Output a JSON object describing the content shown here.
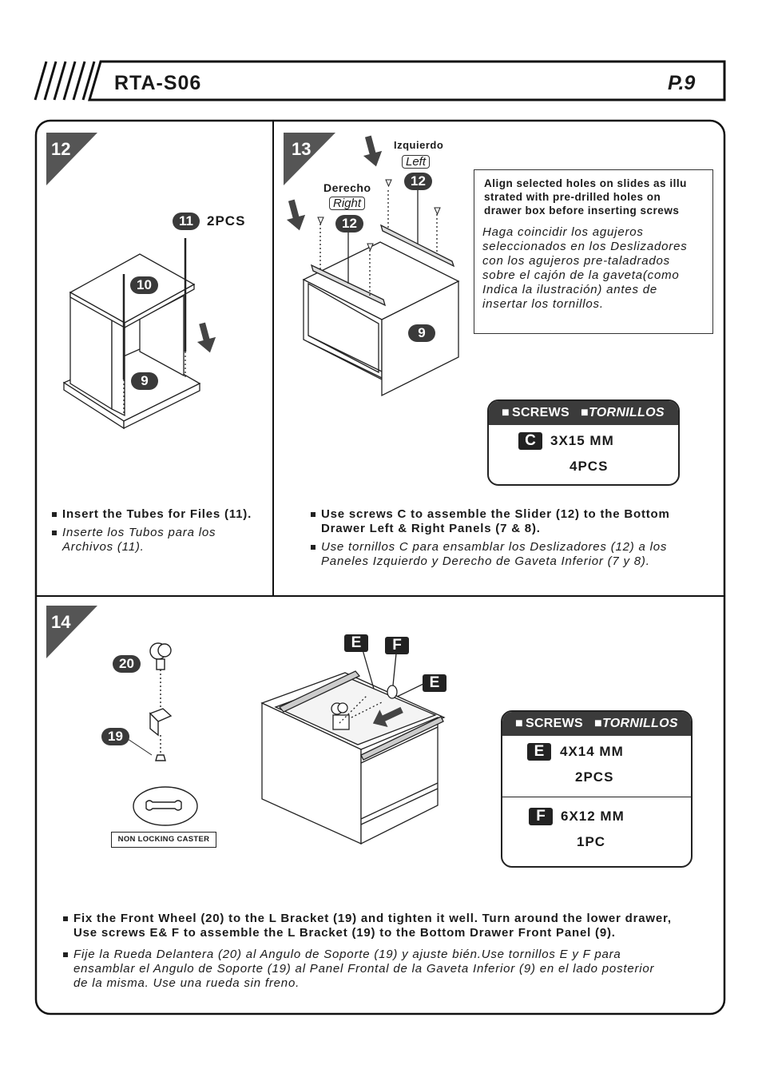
{
  "header": {
    "title": "RTA-S06",
    "page": "P.9"
  },
  "step12": {
    "number": "12",
    "part_tube": "11",
    "qty": "2PCS",
    "part_a": "10",
    "part_b": "9",
    "instruction_en": "Insert the Tubes for Files (11).",
    "instruction_es_1": "Inserte los Tubos para los",
    "instruction_es_2": "Archivos (11)."
  },
  "step13": {
    "number": "13",
    "left_es": "Izquierdo",
    "left_en": "Left",
    "right_es": "Derecho",
    "right_en": "Right",
    "part_slide": "12",
    "part_panel": "9",
    "note_en": [
      "Align selected holes on slides as illu",
      "strated with pre-drilled holes on",
      "drawer box before inserting screws"
    ],
    "note_es": [
      "Haga coincidir los agujeros",
      "seleccionados en los Deslizadores",
      "con los agujeros pre-taladrados",
      "sobre el cajón de la gaveta(como",
      "Indica la ilustración) antes de",
      "insertar los tornillos."
    ],
    "screws_label": "SCREWS",
    "tornillos_label": "TORNILLOS",
    "screw_letter": "C",
    "screw_size": "3X15 MM",
    "screw_qty": "4PCS",
    "instruction_en_1": "Use screws C to assemble the Slider (12) to the Bottom",
    "instruction_en_2": "Drawer Left & Right Panels (7 & 8).",
    "instruction_es_1": "Use tornillos C para ensamblar los Deslizadores (12) a los",
    "instruction_es_2": "Paneles Izquierdo y Derecho de Gaveta Inferior (7 y 8)."
  },
  "step14": {
    "number": "14",
    "part_wheel": "20",
    "part_bracket": "19",
    "caster_label": "NON LOCKING CASTER",
    "letter_e": "E",
    "letter_f": "F",
    "screws_label": "SCREWS",
    "tornillos_label": "TORNILLOS",
    "screw_e_letter": "E",
    "screw_e_size": "4X14 MM",
    "screw_e_qty": "2PCS",
    "screw_f_letter": "F",
    "screw_f_size": "6X12 MM",
    "screw_f_qty": "1PC",
    "instruction_en_1": "Fix the Front Wheel (20) to the L Bracket (19) and tighten it well. Turn around the lower drawer,",
    "instruction_en_2": "Use screws E& F to assemble the L Bracket (19) to the Bottom Drawer Front Panel (9).",
    "instruction_es_1": "Fije la Rueda Delantera (20) al Angulo de Soporte (19) y ajuste bién.Use tornillos E y F para",
    "instruction_es_2": "ensamblar el Angulo de Soporte (19) al Panel Frontal de la Gaveta Inferior (9) en el lado posterior",
    "instruction_es_3": "de la misma. Use una rueda sin freno."
  }
}
